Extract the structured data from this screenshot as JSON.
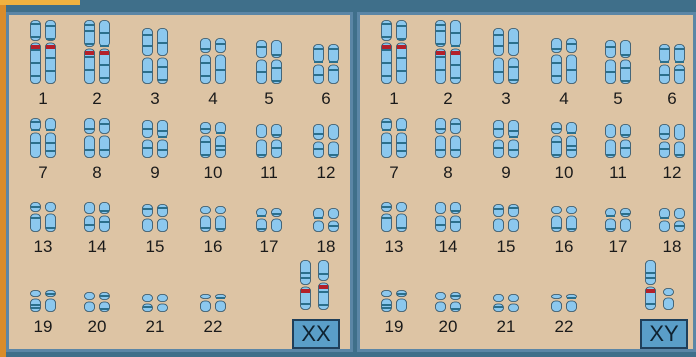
{
  "colors": {
    "background": "#ddc4a4",
    "panel_border": "#5b86a6",
    "chromosome": "#8cc8ee",
    "band_dark": "#2b6f8c",
    "centromere_red": "#b3202a",
    "sex_box": "#5a9ec8"
  },
  "panels": [
    {
      "id": "female",
      "sex_label": "XX",
      "labels": [
        "1",
        "2",
        "3",
        "4",
        "5",
        "6",
        "7",
        "8",
        "9",
        "10",
        "11",
        "12",
        "13",
        "14",
        "15",
        "16",
        "17",
        "18",
        "19",
        "20",
        "21",
        "22"
      ]
    },
    {
      "id": "male",
      "sex_label": "XY",
      "labels": [
        "1",
        "2",
        "3",
        "4",
        "5",
        "6",
        "7",
        "8",
        "9",
        "10",
        "11",
        "12",
        "13",
        "14",
        "15",
        "16",
        "17",
        "18",
        "19",
        "20",
        "21",
        "22"
      ]
    }
  ]
}
